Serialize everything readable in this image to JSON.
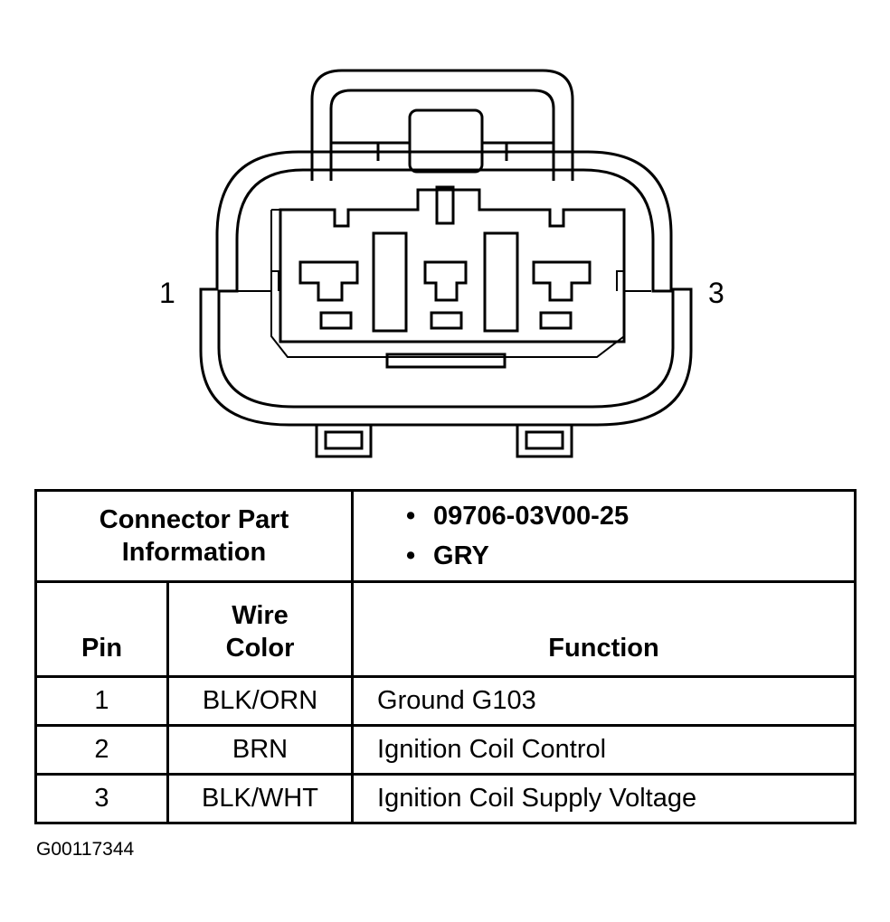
{
  "connector": {
    "pin_left_label": "1",
    "pin_right_label": "3",
    "outline_color": "#000000"
  },
  "table": {
    "part_info_header": [
      "Connector Part",
      "Information"
    ],
    "part_info_values": [
      "09706-03V00-25",
      "GRY"
    ],
    "bullet": "•",
    "columns": {
      "pin": "Pin",
      "wire_color": [
        "Wire",
        "Color"
      ],
      "function": "Function"
    },
    "rows": [
      {
        "pin": "1",
        "wire_color": "BLK/ORN",
        "function": "Ground G103"
      },
      {
        "pin": "2",
        "wire_color": "BRN",
        "function": "Ignition Coil Control"
      },
      {
        "pin": "3",
        "wire_color": "BLK/WHT",
        "function": "Ignition Coil Supply Voltage"
      }
    ]
  },
  "image_code": "G00117344"
}
